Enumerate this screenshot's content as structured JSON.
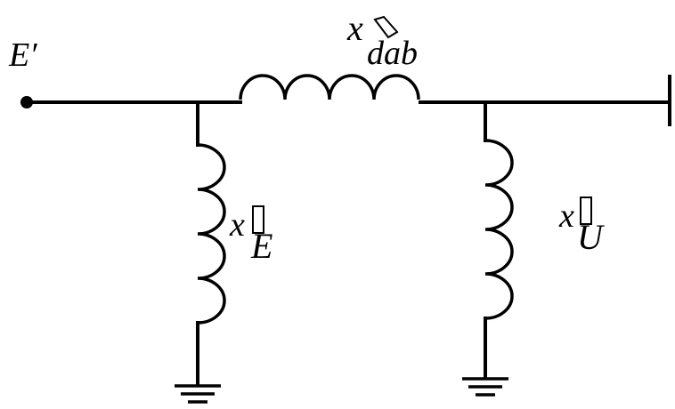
{
  "labels": {
    "source": "E′",
    "x_series": "x",
    "series_subscript": "dab",
    "x_left": "x",
    "left_subscript": "E",
    "x_right": "x",
    "right_subscript": "U"
  }
}
